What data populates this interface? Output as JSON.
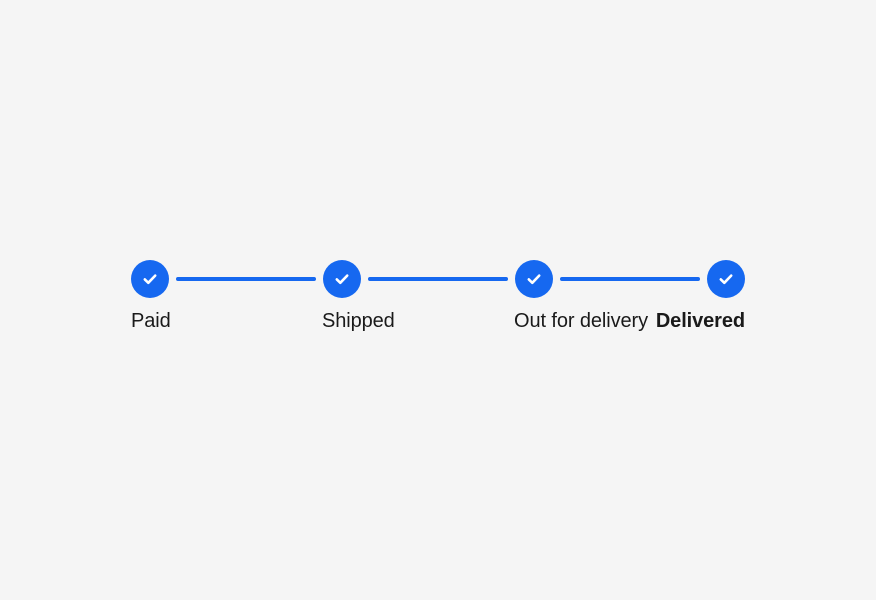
{
  "component": {
    "name": "Order tracking progress stepper",
    "background_color": "#f5f5f5",
    "accent_color": "#1668f0",
    "label_color": "#1a1a1a",
    "check_color": "#ffffff"
  },
  "stepper": {
    "orientation": "horizontal",
    "current_step_index": 3,
    "steps": [
      {
        "label": "Paid",
        "status": "complete",
        "icon": "check-icon",
        "current": false
      },
      {
        "label": "Shipped",
        "status": "complete",
        "icon": "check-icon",
        "current": false
      },
      {
        "label": "Out for delivery",
        "status": "complete",
        "icon": "check-icon",
        "current": false
      },
      {
        "label": "Delivered",
        "status": "complete",
        "icon": "check-icon",
        "current": true
      }
    ],
    "connectors": [
      {
        "state": "complete"
      },
      {
        "state": "complete"
      },
      {
        "state": "complete"
      }
    ]
  }
}
